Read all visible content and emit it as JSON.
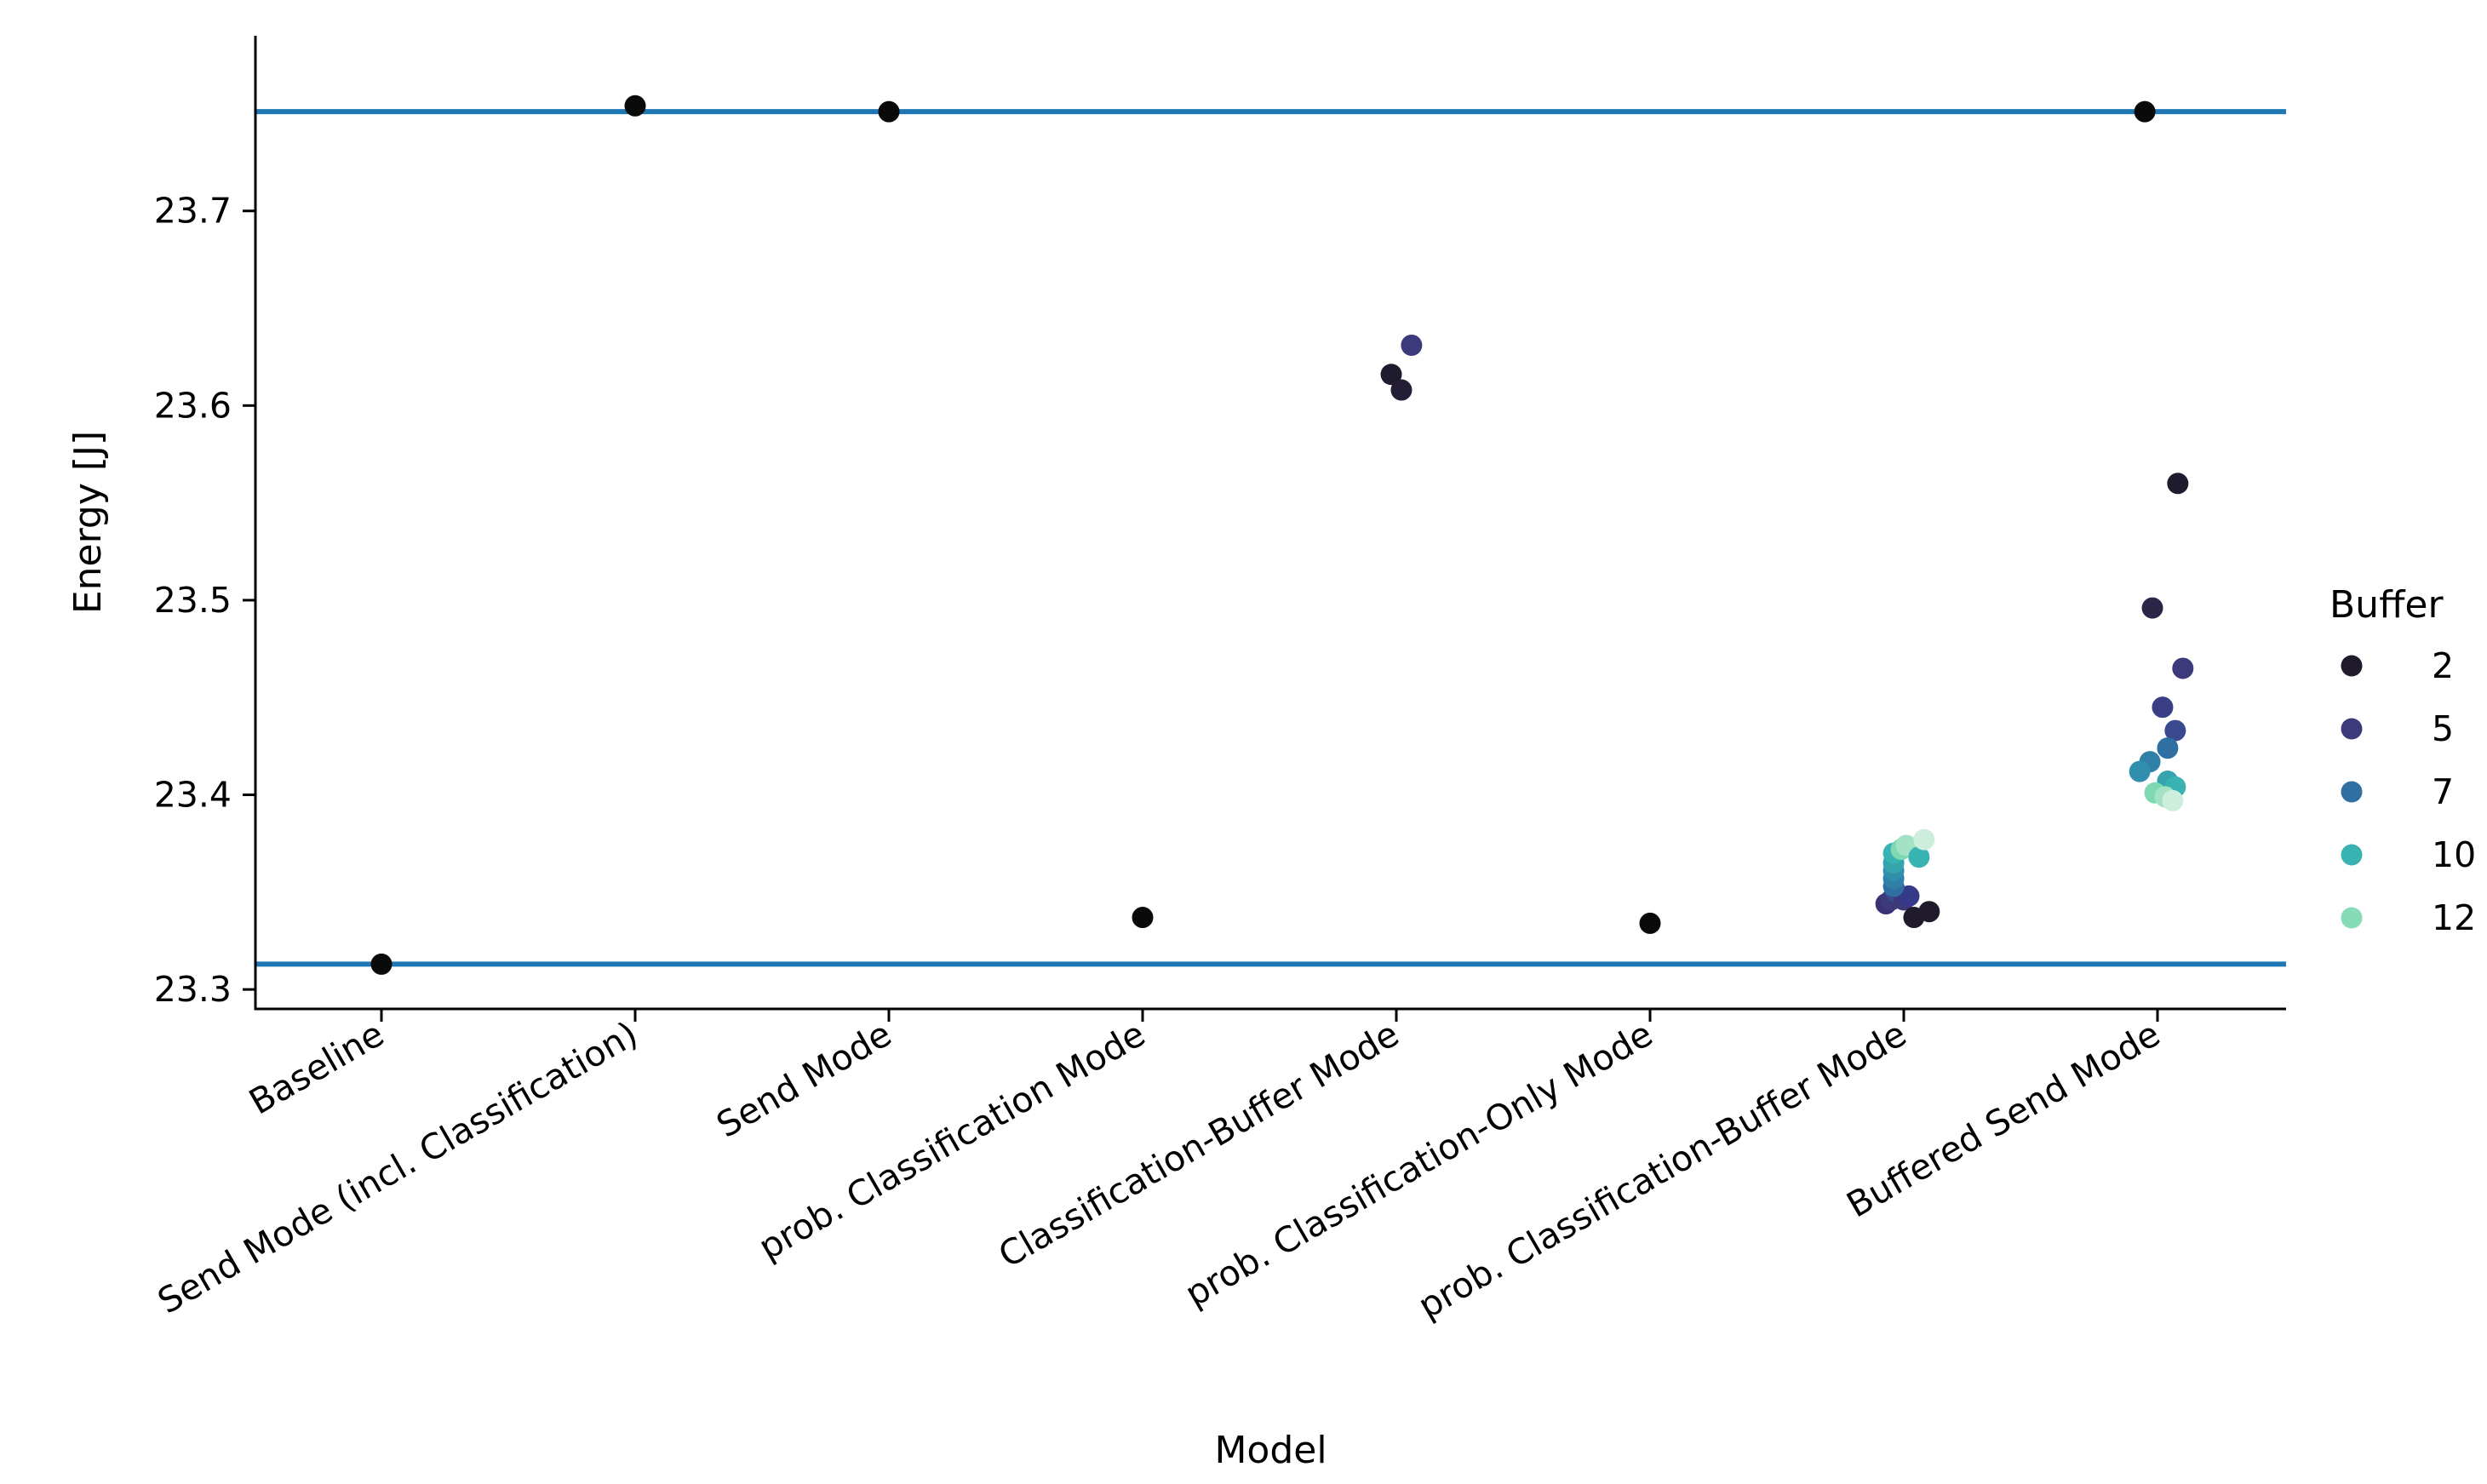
{
  "chart_data": {
    "type": "scatter",
    "xlabel": "Model",
    "ylabel": "Energy [J]",
    "categories": [
      "Baseline",
      "Send Mode (incl. Classification)",
      "Send Mode",
      "prob. Classification Mode",
      "Classification-Buffer Mode",
      "prob. Classification-Only Mode",
      "prob. Classification-Buffer Mode",
      "Buffered Send Mode"
    ],
    "ylim": [
      23.29,
      23.79
    ],
    "yticks": [
      23.3,
      23.4,
      23.5,
      23.6,
      23.7
    ],
    "ytick_labels": [
      "23.3",
      "23.4",
      "23.5",
      "23.6",
      "23.7"
    ],
    "grid": false,
    "reference_lines": [
      {
        "y": 23.751,
        "color": "#1f77b4"
      },
      {
        "y": 23.313,
        "color": "#1f77b4"
      }
    ],
    "legend": {
      "title": "Buffer",
      "placement": "right",
      "entries": [
        {
          "label": "2",
          "color": "#1f1a2c"
        },
        {
          "label": "5",
          "color": "#3c3a7b"
        },
        {
          "label": "7",
          "color": "#2f6fa2"
        },
        {
          "label": "10",
          "color": "#38b3b1"
        },
        {
          "label": "12",
          "color": "#86dcb6"
        }
      ]
    },
    "points": [
      {
        "category": 0,
        "offset": 0.0,
        "y": 23.313,
        "color": "#0a0a0a"
      },
      {
        "category": 1,
        "offset": 0.0,
        "y": 23.754,
        "color": "#0a0a0a"
      },
      {
        "category": 2,
        "offset": 0.0,
        "y": 23.751,
        "color": "#0a0a0a"
      },
      {
        "category": 3,
        "offset": 0.0,
        "y": 23.337,
        "color": "#0a0a0a"
      },
      {
        "category": 4,
        "offset": -0.02,
        "y": 23.616,
        "color": "#1f1a2c"
      },
      {
        "category": 4,
        "offset": 0.02,
        "y": 23.608,
        "color": "#241d36"
      },
      {
        "category": 4,
        "offset": 0.06,
        "y": 23.631,
        "color": "#3c3a7b"
      },
      {
        "category": 5,
        "offset": 0.0,
        "y": 23.334,
        "color": "#0a0a0a"
      },
      {
        "category": 6,
        "offset": -0.07,
        "y": 23.344,
        "color": "#3a3272"
      },
      {
        "category": 6,
        "offset": -0.05,
        "y": 23.346,
        "color": "#3c3a7b"
      },
      {
        "category": 6,
        "offset": -0.03,
        "y": 23.35,
        "color": "#3a4a90"
      },
      {
        "category": 6,
        "offset": 0.0,
        "y": 23.346,
        "color": "#3c3a7b"
      },
      {
        "category": 6,
        "offset": 0.02,
        "y": 23.348,
        "color": "#35398a"
      },
      {
        "category": 6,
        "offset": -0.04,
        "y": 23.353,
        "color": "#2f6fa2"
      },
      {
        "category": 6,
        "offset": -0.04,
        "y": 23.357,
        "color": "#2f7fa8"
      },
      {
        "category": 6,
        "offset": -0.04,
        "y": 23.361,
        "color": "#2f8fac"
      },
      {
        "category": 6,
        "offset": -0.04,
        "y": 23.365,
        "color": "#35a4ae"
      },
      {
        "category": 6,
        "offset": -0.04,
        "y": 23.37,
        "color": "#38b3b1"
      },
      {
        "category": 6,
        "offset": -0.01,
        "y": 23.372,
        "color": "#7fd8b4"
      },
      {
        "category": 6,
        "offset": 0.01,
        "y": 23.374,
        "color": "#a3e2c4"
      },
      {
        "category": 6,
        "offset": 0.06,
        "y": 23.368,
        "color": "#38b3b1"
      },
      {
        "category": 6,
        "offset": 0.08,
        "y": 23.377,
        "color": "#cdeedd"
      },
      {
        "category": 6,
        "offset": 0.04,
        "y": 23.337,
        "color": "#1f1a2c"
      },
      {
        "category": 6,
        "offset": 0.1,
        "y": 23.34,
        "color": "#1f1a2c"
      },
      {
        "category": 7,
        "offset": 0.08,
        "y": 23.56,
        "color": "#1f1a2c"
      },
      {
        "category": 7,
        "offset": -0.02,
        "y": 23.496,
        "color": "#2c2548"
      },
      {
        "category": 7,
        "offset": 0.1,
        "y": 23.465,
        "color": "#3c3a7b"
      },
      {
        "category": 7,
        "offset": 0.02,
        "y": 23.445,
        "color": "#3a3f85"
      },
      {
        "category": 7,
        "offset": 0.07,
        "y": 23.433,
        "color": "#3a4a90"
      },
      {
        "category": 7,
        "offset": 0.04,
        "y": 23.424,
        "color": "#2f6fa2"
      },
      {
        "category": 7,
        "offset": -0.03,
        "y": 23.417,
        "color": "#2f7fa8"
      },
      {
        "category": 7,
        "offset": -0.07,
        "y": 23.412,
        "color": "#2f8fac"
      },
      {
        "category": 7,
        "offset": 0.04,
        "y": 23.407,
        "color": "#35a4ae"
      },
      {
        "category": 7,
        "offset": 0.07,
        "y": 23.404,
        "color": "#38b3b1"
      },
      {
        "category": 7,
        "offset": -0.01,
        "y": 23.401,
        "color": "#7fd8b4"
      },
      {
        "category": 7,
        "offset": 0.03,
        "y": 23.399,
        "color": "#a3e2c4"
      },
      {
        "category": 7,
        "offset": 0.06,
        "y": 23.397,
        "color": "#cdeedd"
      },
      {
        "category": 7,
        "offset": -0.05,
        "y": 23.751,
        "color": "#0a0a0a"
      }
    ]
  }
}
